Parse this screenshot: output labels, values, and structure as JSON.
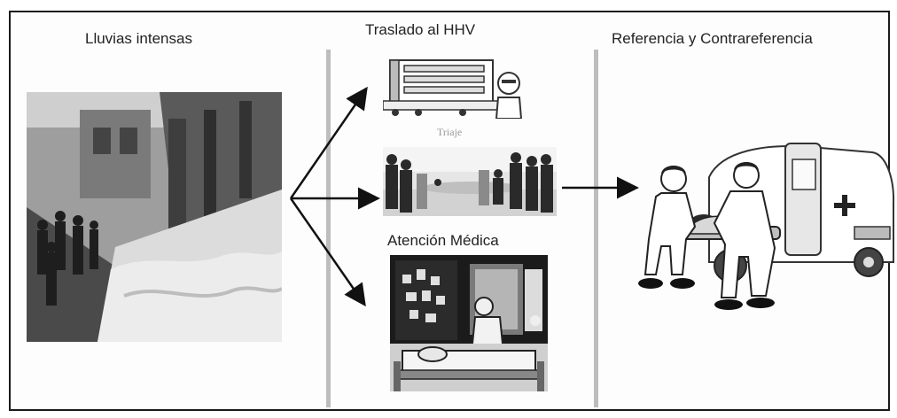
{
  "diagram": {
    "col1_title": "Lluvias intensas",
    "col2_title": "Traslado al HHV",
    "col3_title": "Referencia y Contrareferencia",
    "triage_label": "Triaje",
    "medical_label": "Atención Médica"
  },
  "icons": {
    "flood": "flood-photo-icon",
    "hospital": "hospital-building-icon",
    "triage": "triage-room-icon",
    "care": "medical-care-icon",
    "ambulance": "ambulance-transfer-icon"
  }
}
